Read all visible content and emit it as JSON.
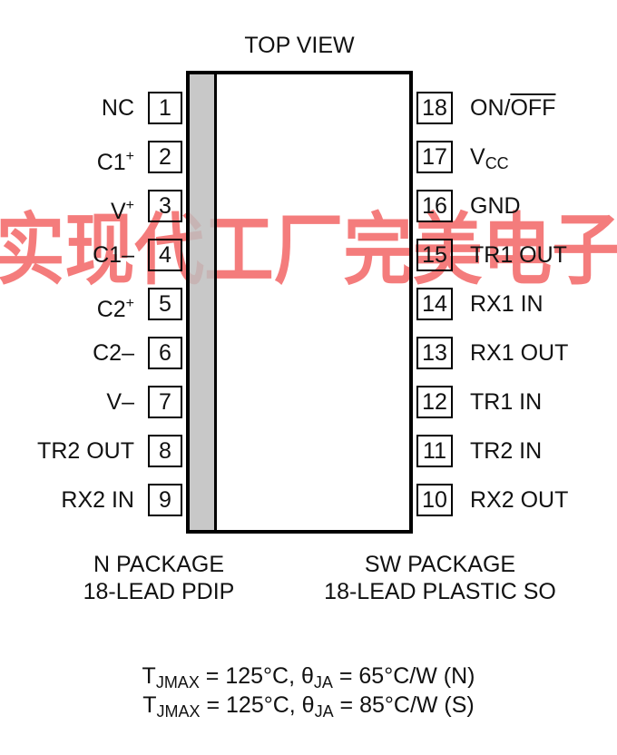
{
  "title": "TOP VIEW",
  "pins_left": [
    {
      "num": "1",
      "label": "NC",
      "sup": ""
    },
    {
      "num": "2",
      "label": "C1",
      "sup": "+"
    },
    {
      "num": "3",
      "label": "V",
      "sup": "+"
    },
    {
      "num": "4",
      "label": "C1–",
      "sup": ""
    },
    {
      "num": "5",
      "label": "C2",
      "sup": "+"
    },
    {
      "num": "6",
      "label": "C2–",
      "sup": ""
    },
    {
      "num": "7",
      "label": "V–",
      "sup": ""
    },
    {
      "num": "8",
      "label": "TR2 OUT",
      "sup": ""
    },
    {
      "num": "9",
      "label": "RX2 IN",
      "sup": ""
    }
  ],
  "pins_right": [
    {
      "num": "18",
      "label": "ON/",
      "over": "OFF",
      "sub": ""
    },
    {
      "num": "17",
      "label": "V",
      "over": "",
      "sub": "CC"
    },
    {
      "num": "16",
      "label": "GND",
      "over": "",
      "sub": ""
    },
    {
      "num": "15",
      "label": "TR1 OUT",
      "over": "",
      "sub": ""
    },
    {
      "num": "14",
      "label": "RX1 IN",
      "over": "",
      "sub": ""
    },
    {
      "num": "13",
      "label": "RX1 OUT",
      "over": "",
      "sub": ""
    },
    {
      "num": "12",
      "label": "TR1 IN",
      "over": "",
      "sub": ""
    },
    {
      "num": "11",
      "label": "TR2 IN",
      "over": "",
      "sub": ""
    },
    {
      "num": "10",
      "label": "RX2 OUT",
      "over": "",
      "sub": ""
    }
  ],
  "package_left": {
    "line1": "N PACKAGE",
    "line2": "18-LEAD PDIP"
  },
  "package_right": {
    "line1": "SW PACKAGE",
    "line2": "18-LEAD PLASTIC SO"
  },
  "notes": [
    {
      "t": "T",
      "t_sub": "JMAX",
      "mid": " = 125°C, ",
      "theta": "θ",
      "theta_sub": "JA",
      "rest": " = 65°C/W (N)"
    },
    {
      "t": "T",
      "t_sub": "JMAX",
      "mid": " = 125°C, ",
      "theta": "θ",
      "theta_sub": "JA",
      "rest": " = 85°C/W (S)"
    }
  ],
  "watermark": {
    "text": "实现代工厂完美电子",
    "color": "#f04a4a"
  }
}
